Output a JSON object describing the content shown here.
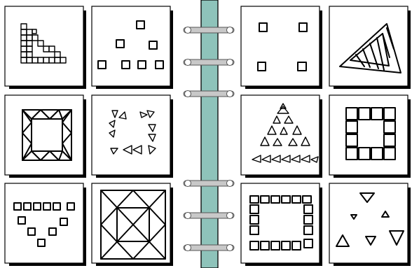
{
  "binding": {
    "spine_color": "#8ec3ba",
    "ring_color": "#9a9a9a",
    "ring_count": 6
  },
  "left_page": {
    "cards": [
      {
        "motif": "staircase-of-squares"
      },
      {
        "motif": "triangle-of-scattered-squares"
      },
      {
        "motif": "square-frame-with-triangles"
      },
      {
        "motif": "square-ring-of-triangles"
      },
      {
        "motif": "heart-of-small-squares"
      },
      {
        "motif": "square-star-grid"
      }
    ]
  },
  "right_page": {
    "cards": [
      {
        "motif": "four-corner-squares"
      },
      {
        "motif": "hatched-triangle"
      },
      {
        "motif": "triangle-tree"
      },
      {
        "motif": "square-ring-of-squares"
      },
      {
        "motif": "rectangle-of-squares"
      },
      {
        "motif": "scattered-triangles"
      }
    ]
  }
}
